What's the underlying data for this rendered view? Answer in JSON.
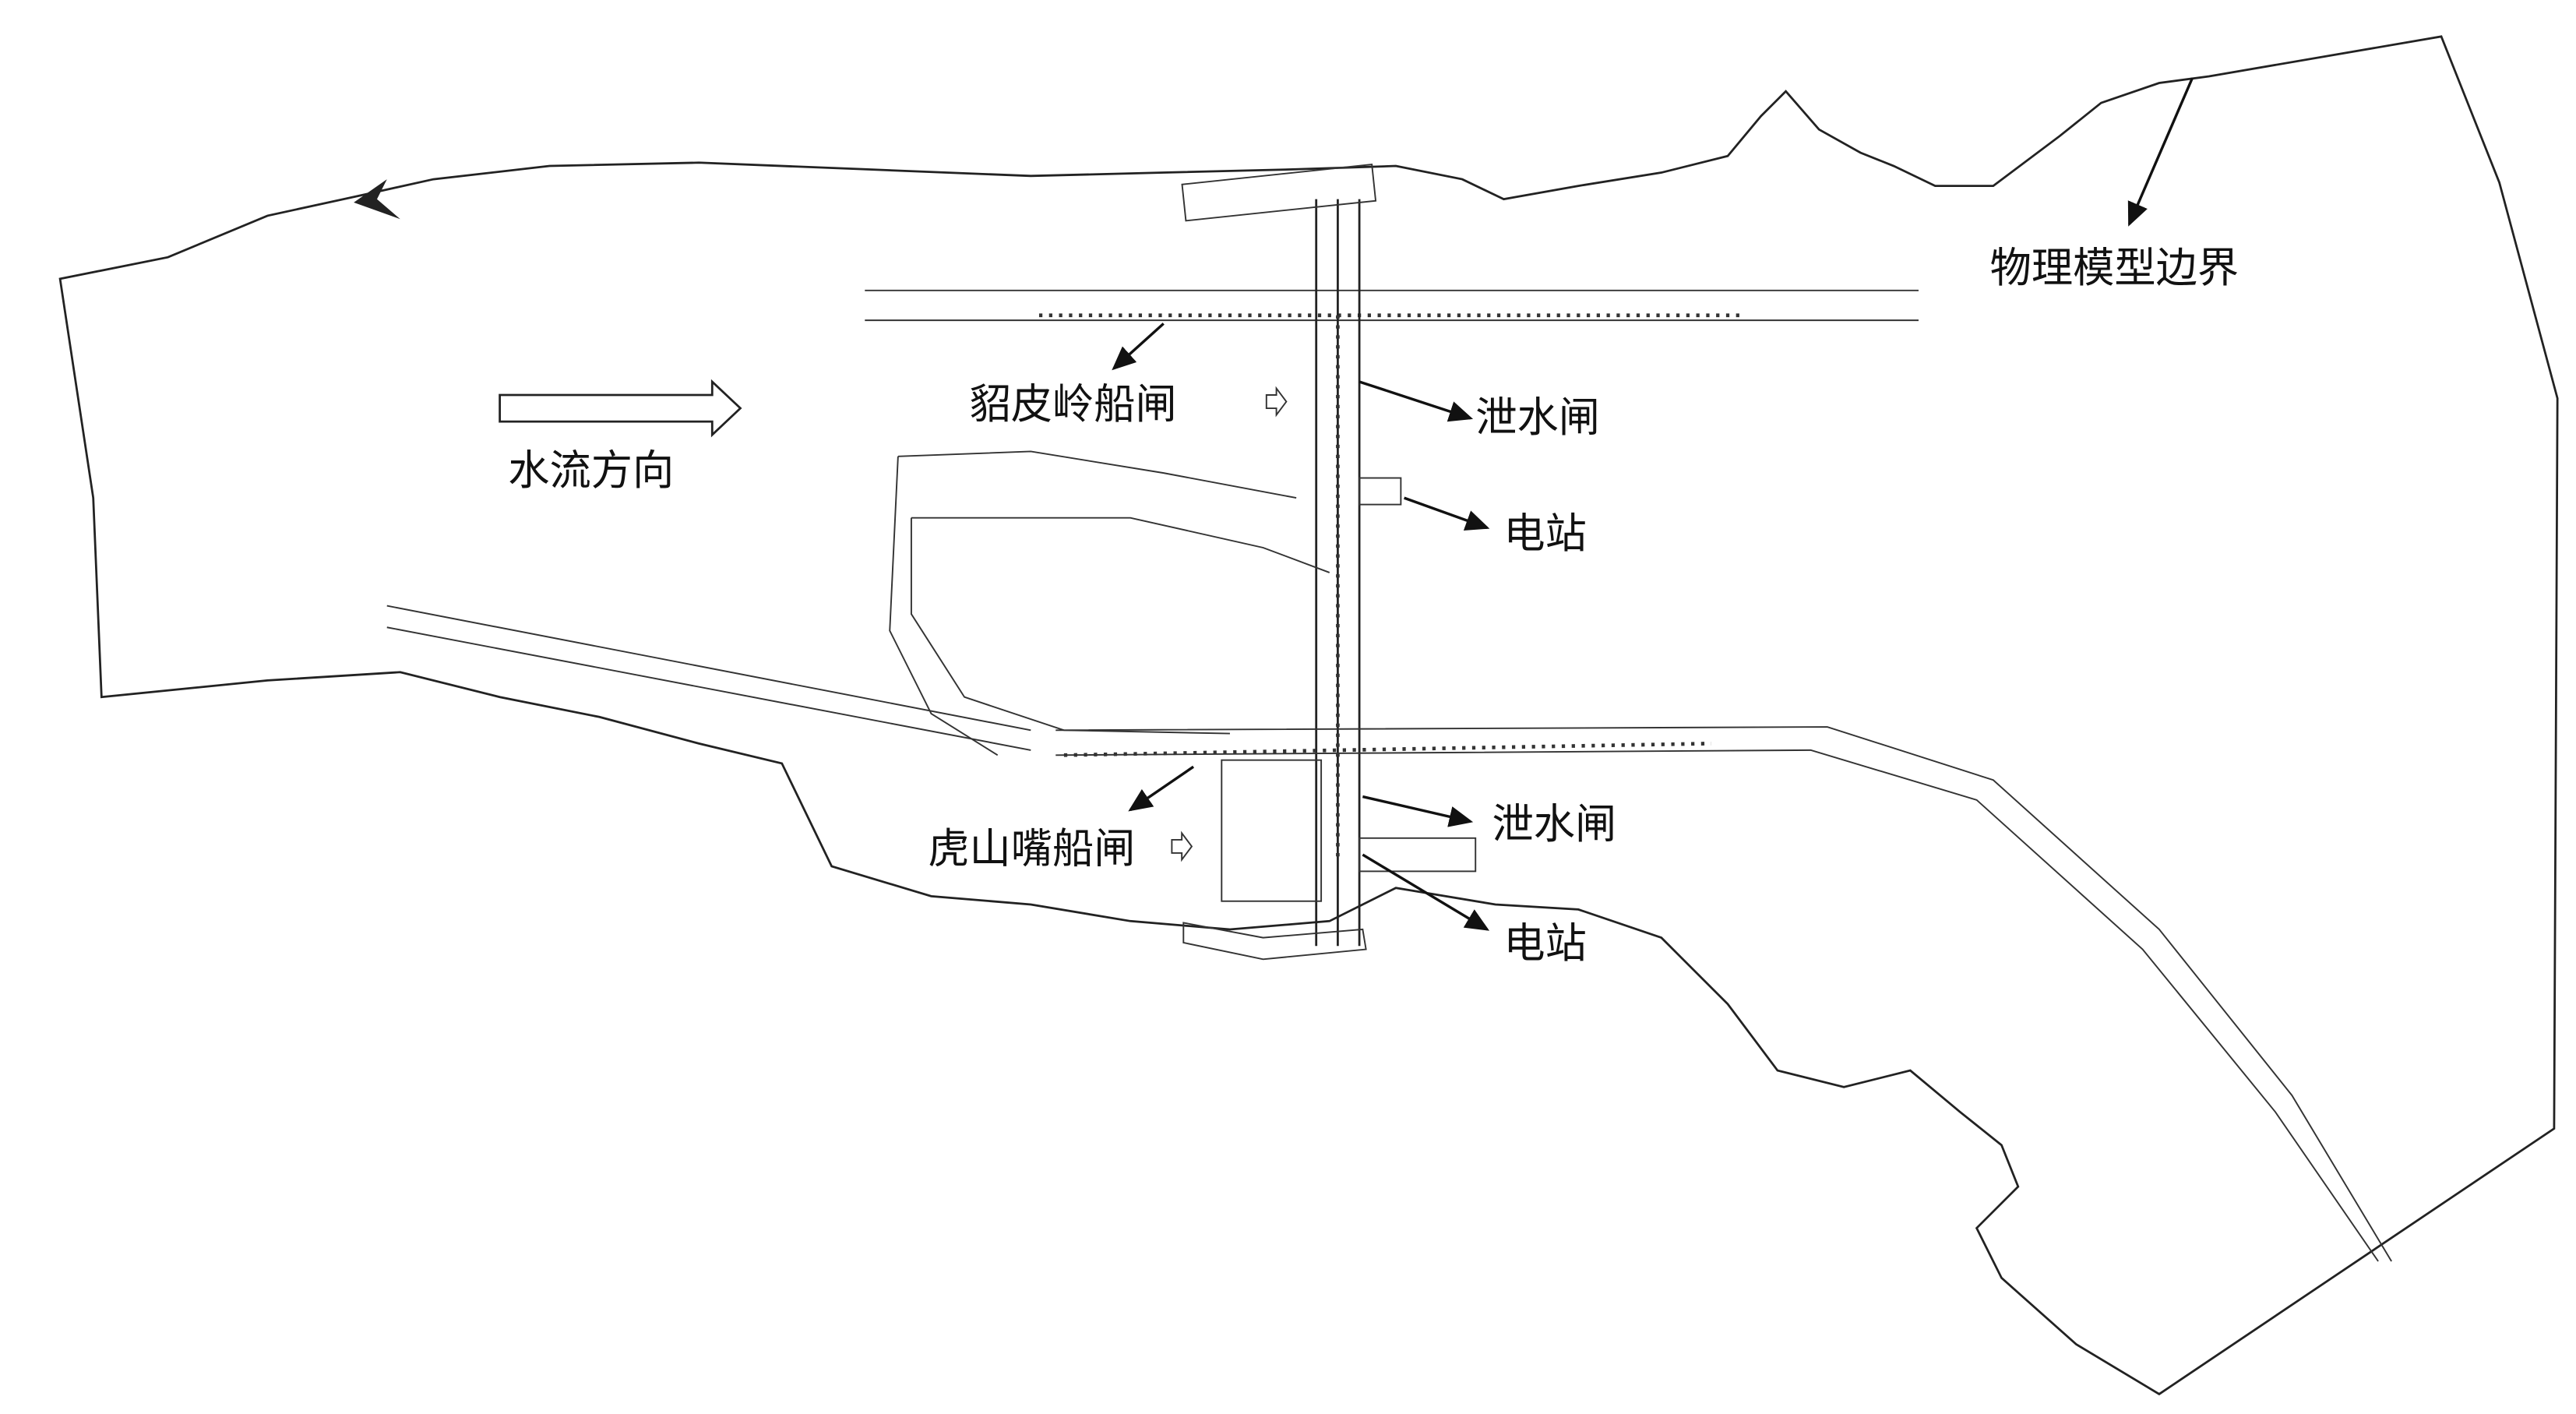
{
  "diagram": {
    "labels": {
      "model_boundary": "物理模型边界",
      "flow_direction": "水流方向",
      "diaopiling_lock": "貂皮岭船闸",
      "sluice_upper": "泄水闸",
      "powerstation_upper": "电站",
      "hushanzui_lock": "虎山嘴船闸",
      "sluice_lower": "泄水闸",
      "powerstation_lower": "电站"
    },
    "colors": {
      "line": "#222222",
      "background": "#ffffff"
    }
  }
}
